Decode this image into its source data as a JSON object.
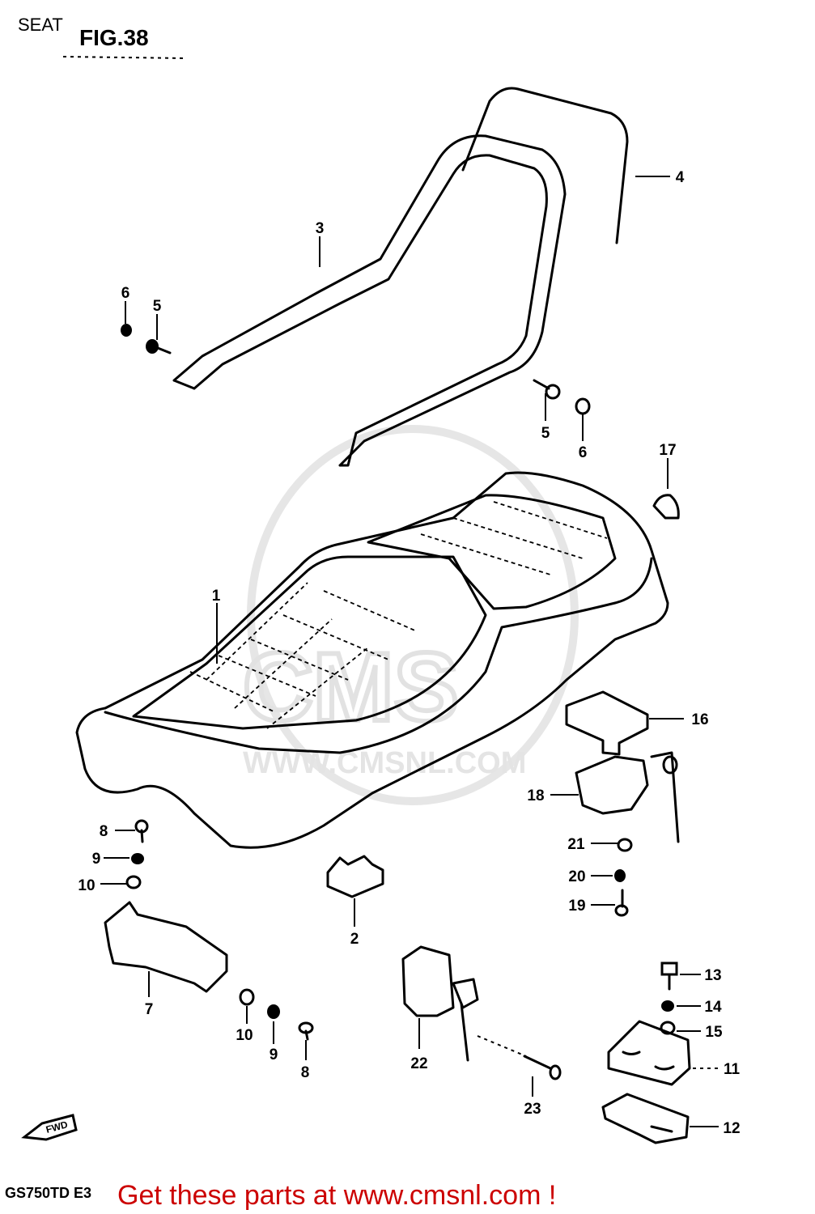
{
  "header": {
    "section": "SEAT",
    "figure": "FIG.38"
  },
  "model_code": "GS750TD E3",
  "watermark": {
    "url": "WWW.CMSNL.COM",
    "logo": "CMS"
  },
  "fwd_label": "FWD",
  "footer_link": "Get these parts at www.cmsnl.com !",
  "callouts": {
    "n1": "1",
    "n2": "2",
    "n3": "3",
    "n4": "4",
    "n5a": "5",
    "n5b": "5",
    "n6a": "6",
    "n6b": "6",
    "n7": "7",
    "n8a": "8",
    "n8b": "8",
    "n9a": "9",
    "n9b": "9",
    "n10a": "10",
    "n10b": "10",
    "n11": "11",
    "n12": "12",
    "n13": "13",
    "n14": "14",
    "n15": "15",
    "n16": "16",
    "n17": "17",
    "n18": "18",
    "n19": "19",
    "n20": "20",
    "n21": "21",
    "n22": "22",
    "n23": "23"
  },
  "colors": {
    "footer_text": "#cc0000",
    "ink": "#000000",
    "watermark": "#e4e4e4"
  }
}
